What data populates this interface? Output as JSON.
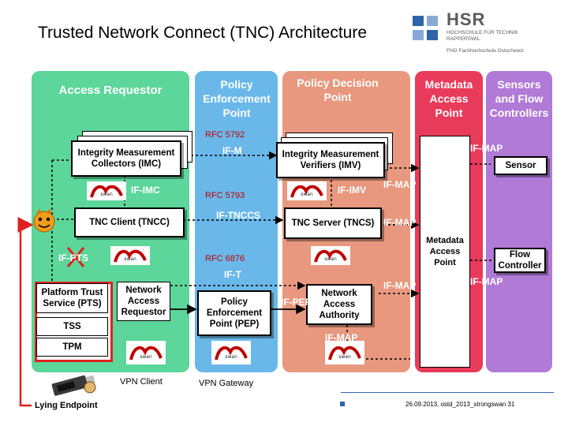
{
  "title": "Trusted Network Connect (TNC) Architecture",
  "brand": {
    "name": "HSR",
    "line1": "HOCHSCHULE FÜR TECHNIK",
    "line2": "RAPPERSWIL",
    "line3": "FHO Fachhochschule Ostschweiz"
  },
  "columns": {
    "access_requestor": "Access Requestor",
    "pep": "Policy Enforcement Point",
    "pdp": "Policy Decision Point",
    "map": "Metadata Access Point",
    "sensors": "Sensors and Flow Controllers"
  },
  "boxes": {
    "imc": "Integrity Measurement Collectors (IMC)",
    "imv": "Integrity Measurement Verifiers (IMV)",
    "tncc": "TNC Client (TNCC)",
    "tncs": "TNC Server (TNCS)",
    "pts": "Platform Trust Service (PTS)",
    "nar": "Network Access Requestor",
    "pep_box": "Policy Enforcement Point (PEP)",
    "naa": "Network Access Authority",
    "tss": "TSS",
    "tpm": "TPM",
    "map_box": "Metadata Access Point",
    "sensor": "Sensor",
    "flow": "Flow Controller"
  },
  "interfaces": {
    "if_m": "IF-M",
    "if_imc": "IF-IMC",
    "if_imv": "IF-IMV",
    "if_tnccs": "IF-TNCCS",
    "if_pts": "IF-PTS",
    "if_t": "IF-T",
    "if_pep": "IF-PEP",
    "if_map": "IF-MAP"
  },
  "rfcs": {
    "rfc_if_m": "RFC 5792",
    "rfc_if_tnccs": "RFC 5793",
    "rfc_if_t": "RFC 6876"
  },
  "captions": {
    "vpn_client": "VPN Client",
    "vpn_gateway": "VPN Gateway",
    "lying_endpoint": "Lying Endpoint",
    "footer": "26.09.2013, ostd_2013_strongswan 31"
  },
  "colors": {
    "access_requestor": "#5cd69a",
    "pep": "#6ab8ea",
    "pdp": "#e8987e",
    "map": "#e83a5a",
    "sensors": "#b07ad6",
    "highlight": "#e02020",
    "brand_blue": "#2e64a8"
  },
  "icons": [
    "strongswan-logo-icon",
    "devil-face-icon",
    "red-cross-icon",
    "usb-stick-icon",
    "hsr-logo-icon"
  ]
}
